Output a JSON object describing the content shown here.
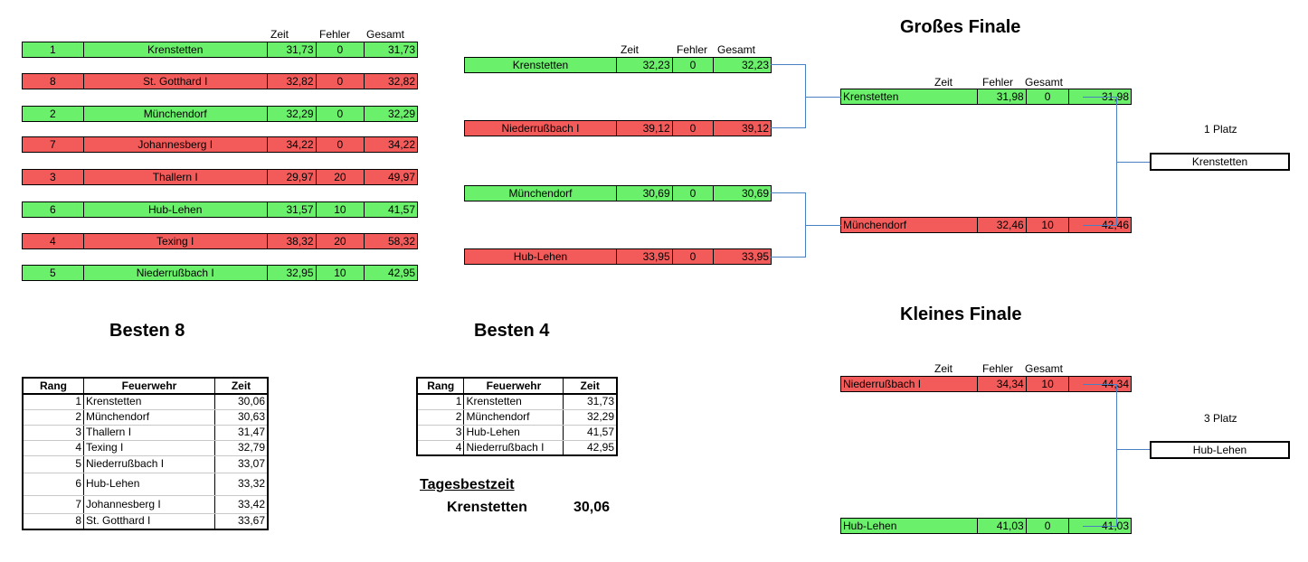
{
  "headers": {
    "zeit": "Zeit",
    "fehler": "Fehler",
    "gesamt": "Gesamt"
  },
  "round1": [
    {
      "seed": "1",
      "name": "Krenstetten",
      "zeit": "31,73",
      "fehler": "0",
      "gesamt": "31,73",
      "color": "#6af06a"
    },
    {
      "seed": "8",
      "name": "St. Gotthard I",
      "zeit": "32,82",
      "fehler": "0",
      "gesamt": "32,82",
      "color": "#f35b5b"
    },
    {
      "seed": "2",
      "name": "Münchendorf",
      "zeit": "32,29",
      "fehler": "0",
      "gesamt": "32,29",
      "color": "#6af06a"
    },
    {
      "seed": "7",
      "name": "Johannesberg I",
      "zeit": "34,22",
      "fehler": "0",
      "gesamt": "34,22",
      "color": "#f35b5b"
    },
    {
      "seed": "3",
      "name": "Thallern I",
      "zeit": "29,97",
      "fehler": "20",
      "gesamt": "49,97",
      "color": "#f35b5b"
    },
    {
      "seed": "6",
      "name": "Hub-Lehen",
      "zeit": "31,57",
      "fehler": "10",
      "gesamt": "41,57",
      "color": "#6af06a"
    },
    {
      "seed": "4",
      "name": "Texing I",
      "zeit": "38,32",
      "fehler": "20",
      "gesamt": "58,32",
      "color": "#f35b5b"
    },
    {
      "seed": "5",
      "name": "Niederrußbach I",
      "zeit": "32,95",
      "fehler": "10",
      "gesamt": "42,95",
      "color": "#6af06a"
    }
  ],
  "round2": [
    {
      "name": "Krenstetten",
      "zeit": "32,23",
      "fehler": "0",
      "gesamt": "32,23",
      "color": "#6af06a"
    },
    {
      "name": "Niederrußbach I",
      "zeit": "39,12",
      "fehler": "0",
      "gesamt": "39,12",
      "color": "#f35b5b"
    },
    {
      "name": "Münchendorf",
      "zeit": "30,69",
      "fehler": "0",
      "gesamt": "30,69",
      "color": "#6af06a"
    },
    {
      "name": "Hub-Lehen",
      "zeit": "33,95",
      "fehler": "0",
      "gesamt": "33,95",
      "color": "#f35b5b"
    }
  ],
  "grosses_finale": {
    "title": "Großes Finale",
    "rows": [
      {
        "name": "Krenstetten",
        "zeit": "31,98",
        "fehler": "0",
        "gesamt": "31,98",
        "color": "#6af06a"
      },
      {
        "name": "Münchendorf",
        "zeit": "32,46",
        "fehler": "10",
        "gesamt": "42,46",
        "color": "#f35b5b"
      }
    ],
    "place_label": "1 Platz",
    "winner": "Krenstetten"
  },
  "kleines_finale": {
    "title": "Kleines Finale",
    "rows": [
      {
        "name": "Niederrußbach I",
        "zeit": "34,34",
        "fehler": "10",
        "gesamt": "44,34",
        "color": "#f35b5b"
      },
      {
        "name": "Hub-Lehen",
        "zeit": "41,03",
        "fehler": "0",
        "gesamt": "41,03",
        "color": "#6af06a"
      }
    ],
    "place_label": "3 Platz",
    "winner": "Hub-Lehen"
  },
  "besten8": {
    "title": "Besten 8",
    "columns": [
      "Rang",
      "Feuerwehr",
      "Zeit"
    ],
    "rows": [
      {
        "rang": "1",
        "name": "Krenstetten",
        "zeit": "30,06"
      },
      {
        "rang": "2",
        "name": "Münchendorf",
        "zeit": "30,63"
      },
      {
        "rang": "3",
        "name": "Thallern I",
        "zeit": "31,47"
      },
      {
        "rang": "4",
        "name": "Texing I",
        "zeit": "32,79"
      },
      {
        "rang": "5",
        "name": "Niederrußbach I",
        "zeit": "33,07"
      },
      {
        "rang": "6",
        "name": "Hub-Lehen",
        "zeit": "33,32"
      },
      {
        "rang": "7",
        "name": "Johannesberg I",
        "zeit": "33,42"
      },
      {
        "rang": "8",
        "name": "St. Gotthard I",
        "zeit": "33,67"
      }
    ]
  },
  "besten4": {
    "title": "Besten 4",
    "columns": [
      "Rang",
      "Feuerwehr",
      "Zeit"
    ],
    "rows": [
      {
        "rang": "1",
        "name": "Krenstetten",
        "zeit": "31,73"
      },
      {
        "rang": "2",
        "name": "Münchendorf",
        "zeit": "32,29"
      },
      {
        "rang": "3",
        "name": "Hub-Lehen",
        "zeit": "41,57"
      },
      {
        "rang": "4",
        "name": "Niederrußbach I",
        "zeit": "42,95"
      }
    ]
  },
  "tagesbestzeit": {
    "label": "Tagesbestzeit",
    "name": "Krenstetten",
    "zeit": "30,06"
  }
}
